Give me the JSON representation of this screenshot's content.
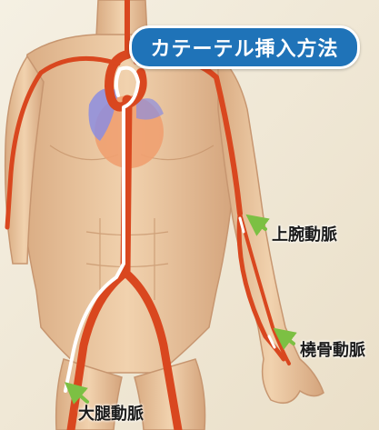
{
  "title": "カテーテル挿入方法",
  "labels": {
    "brachial_artery": "上腕動脈",
    "radial_artery": "橈骨動脈",
    "femoral_artery": "大腿動脈"
  },
  "colors": {
    "artery": "#d9471f",
    "catheter": "#ffffff",
    "pointer_arrow": "#7cc043",
    "title_bg": "#1f73b8",
    "skin": "#ecc9a2",
    "heart": "#f0a070",
    "vein": "#8c8de0"
  }
}
